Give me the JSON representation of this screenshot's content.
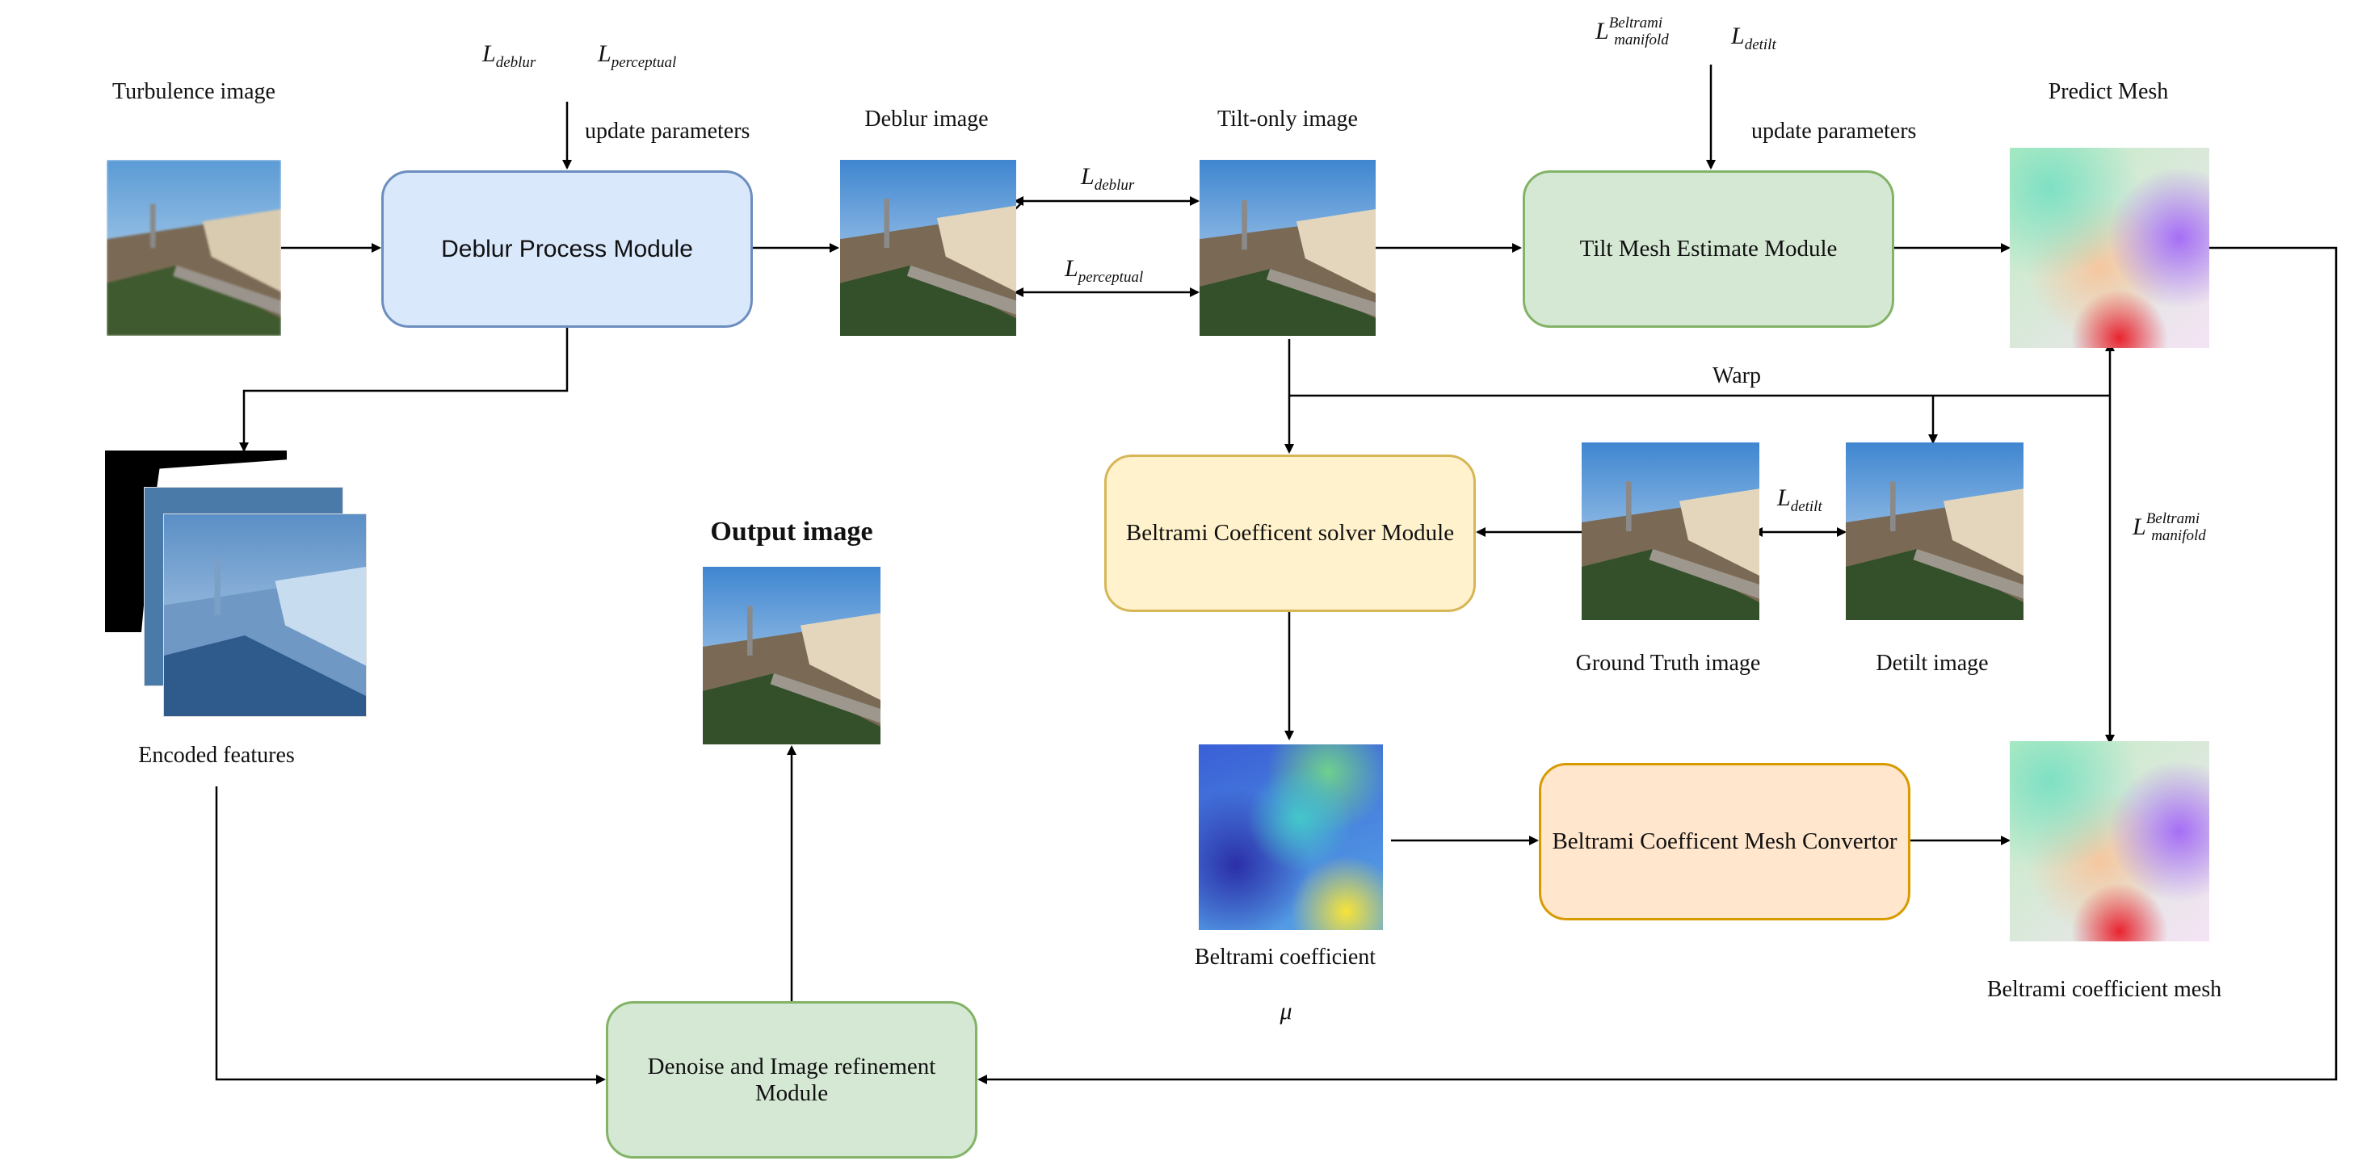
{
  "labels": {
    "turbulence_image": "Turbulence image",
    "deblur_image": "Deblur image",
    "tilt_only_image": "Tilt-only image",
    "predict_mesh": "Predict Mesh",
    "encoded_features": "Encoded features",
    "output_image": "Output image",
    "ground_truth_image": "Ground Truth image",
    "detilt_image": "Detilt image",
    "beltrami_coefficient": "Beltrami coefficient",
    "beltrami_coefficient_mesh": "Beltrami coefficient mesh",
    "update_parameters_1": "update parameters",
    "update_parameters_2": "update parameters",
    "warp": "Warp",
    "mu": "μ"
  },
  "modules": {
    "deblur": "Deblur Process Module",
    "tilt_mesh": "Tilt Mesh Estimate Module",
    "beltrami_solver": "Beltrami Coefficent solver Module",
    "mesh_convertor": "Beltrami Coefficent Mesh Convertor",
    "denoise": "Denoise and Image refinement Module"
  },
  "losses": {
    "L": "L",
    "deblur_sub": "deblur",
    "perceptual_sub": "perceptual",
    "detilt_sub": "detilt",
    "manifold_sub": "manifold",
    "beltrami_sup": "Beltrami"
  },
  "colors": {
    "blue_fill": "#dae8fc",
    "blue_stroke": "#6c8ebf",
    "green_fill": "#d5e8d4",
    "green_stroke": "#82b366",
    "yellow_fill": "#fff2cc",
    "yellow_stroke": "#d6b656",
    "orange_fill": "#ffe6cc",
    "orange_stroke": "#d79b00"
  }
}
